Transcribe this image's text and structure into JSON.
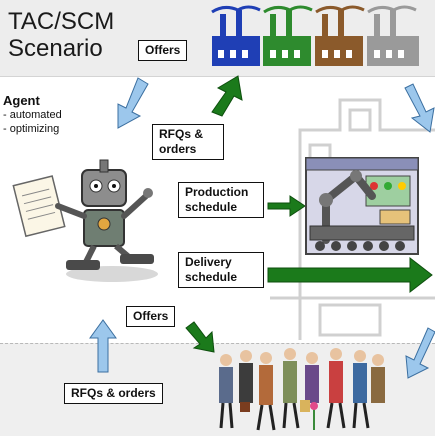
{
  "title": {
    "line1": "TAC/SCM",
    "line2": "Scenario"
  },
  "agent": {
    "heading": "Agent",
    "items": [
      "- automated",
      "- optimizing"
    ]
  },
  "labels": {
    "offers_top": "Offers",
    "rfqs_orders_top": [
      "RFQs &",
      "orders"
    ],
    "production_schedule": [
      "Production",
      "schedule"
    ],
    "delivery_schedule": [
      "Delivery",
      "schedule"
    ],
    "offers_bottom": "Offers",
    "rfqs_orders_bottom": "RFQs & orders"
  },
  "colors": {
    "factory_blue": "#1f3fb5",
    "factory_green": "#2e8b2e",
    "factory_brown": "#8b5a2b",
    "factory_gray": "#9a9a9a",
    "arrow_green": "#1b7a1b",
    "arrow_blue": "#9cc7ec"
  }
}
